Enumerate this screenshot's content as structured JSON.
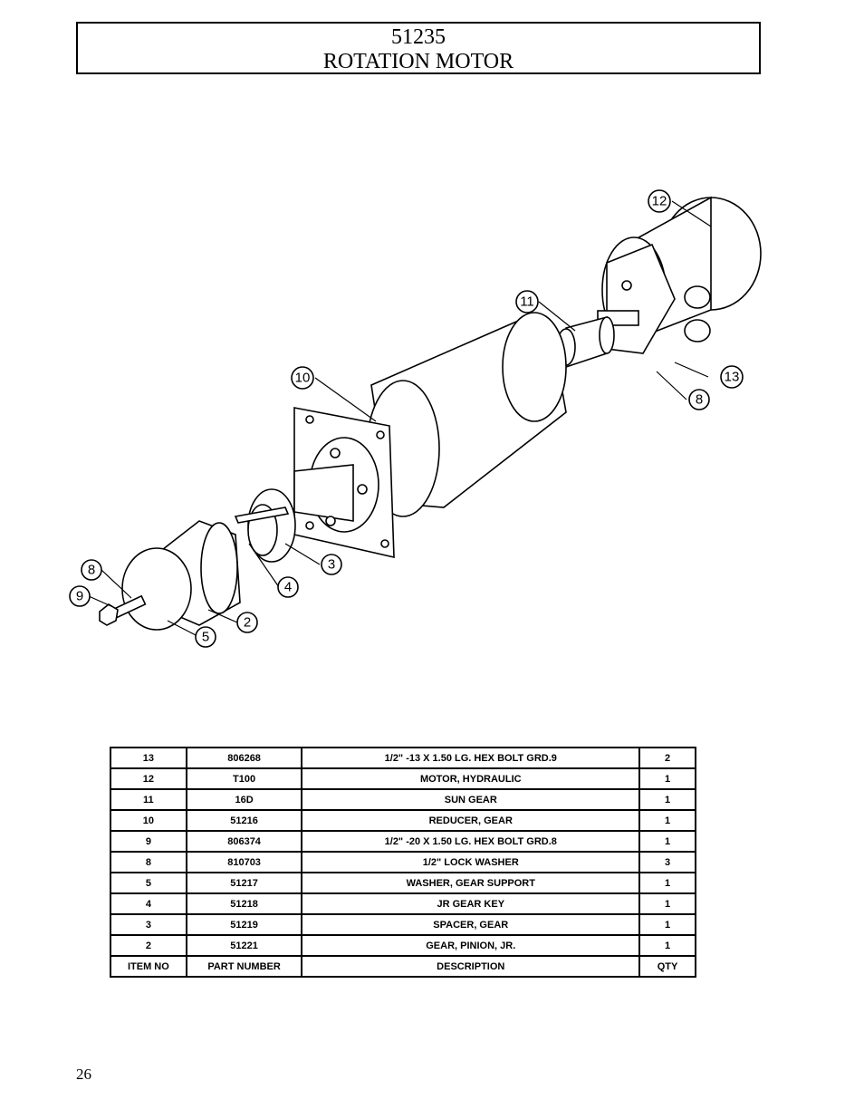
{
  "header": {
    "part_number": "51235",
    "title": "ROTATION MOTOR"
  },
  "diagram": {
    "callouts": [
      "12",
      "11",
      "10",
      "13",
      "8",
      "8",
      "9",
      "5",
      "2",
      "4",
      "3"
    ]
  },
  "parts_table": {
    "rows": [
      {
        "item": "13",
        "part": "806268",
        "desc": "1/2\" -13 X 1.50 LG. HEX BOLT GRD.9",
        "qty": "2"
      },
      {
        "item": "12",
        "part": "T100",
        "desc": "MOTOR, HYDRAULIC",
        "qty": "1"
      },
      {
        "item": "11",
        "part": "16D",
        "desc": "SUN GEAR",
        "qty": "1"
      },
      {
        "item": "10",
        "part": "51216",
        "desc": "REDUCER, GEAR",
        "qty": "1"
      },
      {
        "item": "9",
        "part": "806374",
        "desc": "1/2\" -20 X 1.50 LG. HEX BOLT GRD.8",
        "qty": "1"
      },
      {
        "item": "8",
        "part": "810703",
        "desc": "1/2\" LOCK WASHER",
        "qty": "3"
      },
      {
        "item": "5",
        "part": "51217",
        "desc": "WASHER, GEAR SUPPORT",
        "qty": "1"
      },
      {
        "item": "4",
        "part": "51218",
        "desc": "JR GEAR KEY",
        "qty": "1"
      },
      {
        "item": "3",
        "part": "51219",
        "desc": "SPACER, GEAR",
        "qty": "1"
      },
      {
        "item": "2",
        "part": "51221",
        "desc": "GEAR, PINION, JR.",
        "qty": "1"
      }
    ],
    "header": {
      "item": "ITEM NO",
      "part": "PART NUMBER",
      "desc": "DESCRIPTION",
      "qty": "QTY"
    }
  },
  "footer": {
    "page_number": "26"
  }
}
